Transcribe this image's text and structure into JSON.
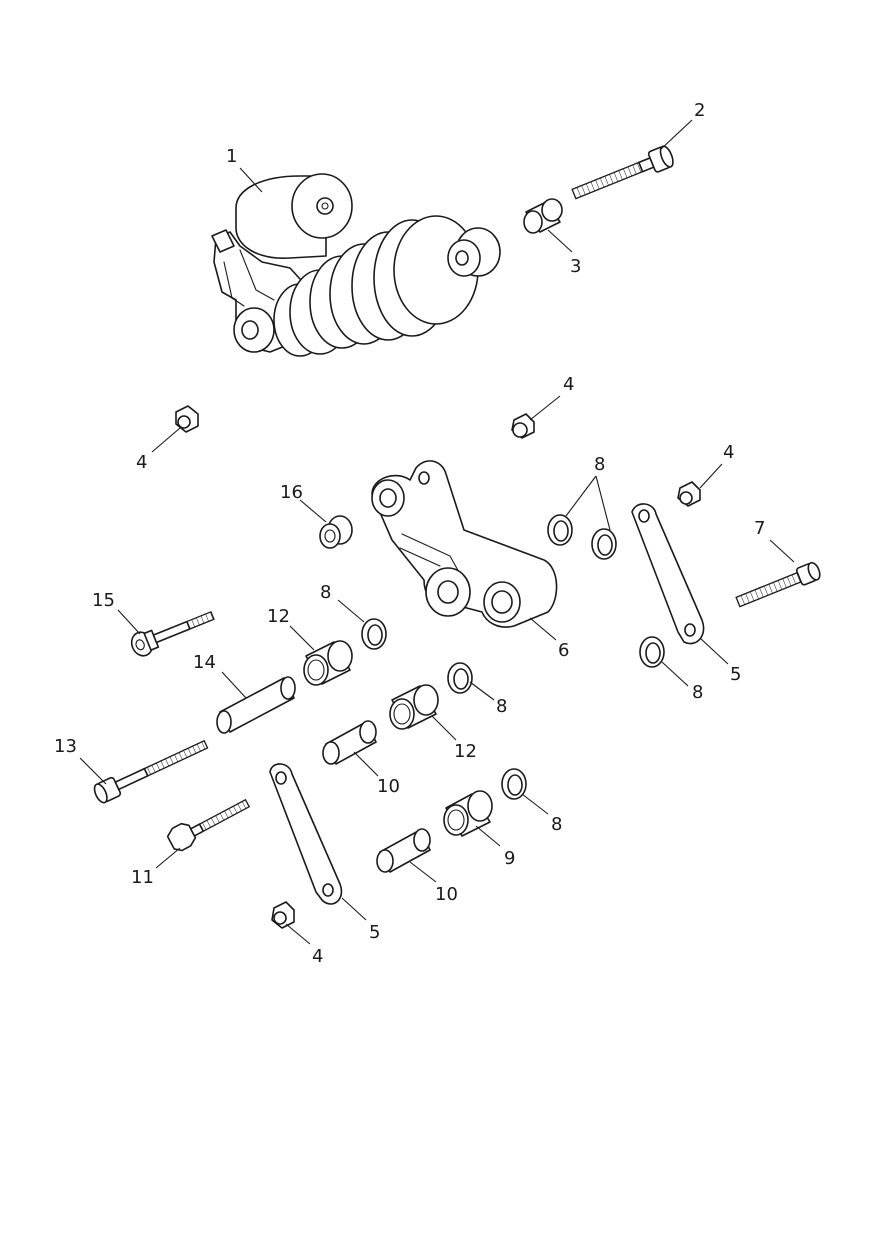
{
  "diagram": {
    "colors": {
      "line": "#1a1a1a",
      "background": "#ffffff"
    },
    "callouts": [
      {
        "id": "c1",
        "label": "1"
      },
      {
        "id": "c2",
        "label": "2"
      },
      {
        "id": "c3",
        "label": "3"
      },
      {
        "id": "c4a",
        "label": "4"
      },
      {
        "id": "c4b",
        "label": "4"
      },
      {
        "id": "c4c",
        "label": "4"
      },
      {
        "id": "c4d",
        "label": "4"
      },
      {
        "id": "c5a",
        "label": "5"
      },
      {
        "id": "c5b",
        "label": "5"
      },
      {
        "id": "c6",
        "label": "6"
      },
      {
        "id": "c7",
        "label": "7"
      },
      {
        "id": "c8a",
        "label": "8"
      },
      {
        "id": "c8b",
        "label": "8"
      },
      {
        "id": "c8c",
        "label": "8"
      },
      {
        "id": "c8d",
        "label": "8"
      },
      {
        "id": "c8e",
        "label": "8"
      },
      {
        "id": "c9",
        "label": "9"
      },
      {
        "id": "c10a",
        "label": "10"
      },
      {
        "id": "c10b",
        "label": "10"
      },
      {
        "id": "c11",
        "label": "11"
      },
      {
        "id": "c12a",
        "label": "12"
      },
      {
        "id": "c12b",
        "label": "12"
      },
      {
        "id": "c13",
        "label": "13"
      },
      {
        "id": "c14",
        "label": "14"
      },
      {
        "id": "c15",
        "label": "15"
      },
      {
        "id": "c16",
        "label": "16"
      }
    ]
  }
}
